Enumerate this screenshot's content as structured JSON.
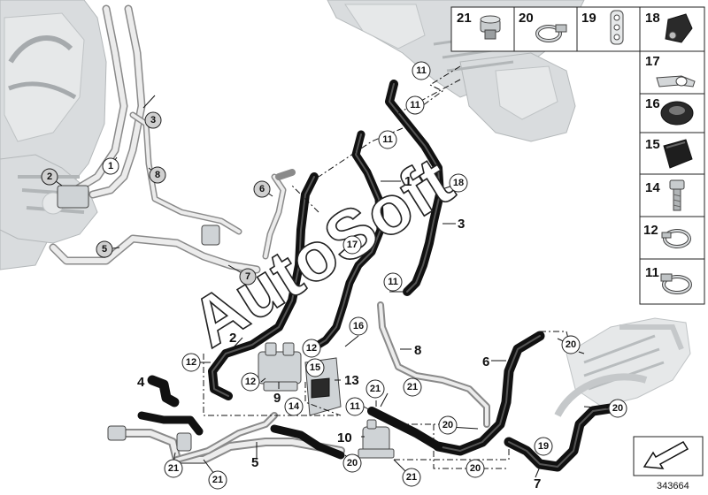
{
  "diagram": {
    "watermark": "AutoSoft",
    "reference_number": "343664",
    "callouts_plain": [
      {
        "id": "c1",
        "label": "1"
      },
      {
        "id": "c2",
        "label": "2"
      },
      {
        "id": "c3",
        "label": "3"
      },
      {
        "id": "c4",
        "label": "4"
      },
      {
        "id": "c5",
        "label": "5"
      },
      {
        "id": "c6",
        "label": "6"
      },
      {
        "id": "c7",
        "label": "7"
      },
      {
        "id": "c8",
        "label": "8"
      },
      {
        "id": "c9",
        "label": "9"
      },
      {
        "id": "c10",
        "label": "10"
      },
      {
        "id": "c13",
        "label": "13"
      }
    ],
    "callouts_circled": [
      {
        "id": "k1",
        "label": "1"
      },
      {
        "id": "k2",
        "label": "2"
      },
      {
        "id": "k3",
        "label": "3"
      },
      {
        "id": "k5",
        "label": "5"
      },
      {
        "id": "k6",
        "label": "6"
      },
      {
        "id": "k7",
        "label": "7"
      },
      {
        "id": "k8",
        "label": "8"
      },
      {
        "id": "k11a",
        "label": "11"
      },
      {
        "id": "k11b",
        "label": "11"
      },
      {
        "id": "k11c",
        "label": "11"
      },
      {
        "id": "k11d",
        "label": "11"
      },
      {
        "id": "k11e",
        "label": "11"
      },
      {
        "id": "k12a",
        "label": "12"
      },
      {
        "id": "k12b",
        "label": "12"
      },
      {
        "id": "k12c",
        "label": "12"
      },
      {
        "id": "k14",
        "label": "14"
      },
      {
        "id": "k15",
        "label": "15"
      },
      {
        "id": "k16",
        "label": "16"
      },
      {
        "id": "k17",
        "label": "17"
      },
      {
        "id": "k18",
        "label": "18"
      },
      {
        "id": "k19",
        "label": "19"
      },
      {
        "id": "k20a",
        "label": "20"
      },
      {
        "id": "k20b",
        "label": "20"
      },
      {
        "id": "k20c",
        "label": "20"
      },
      {
        "id": "k20d",
        "label": "20"
      },
      {
        "id": "k20e",
        "label": "20"
      },
      {
        "id": "k21a",
        "label": "21"
      },
      {
        "id": "k21b",
        "label": "21"
      },
      {
        "id": "k21c",
        "label": "21"
      },
      {
        "id": "k21d",
        "label": "21"
      },
      {
        "id": "k21e",
        "label": "21"
      }
    ],
    "legend": [
      {
        "id": "l21",
        "label": "21",
        "icon": "nut-icon"
      },
      {
        "id": "l20",
        "label": "20",
        "icon": "hose-clamp-icon"
      },
      {
        "id": "l19",
        "label": "19",
        "icon": "hose-holder-icon"
      },
      {
        "id": "l18",
        "label": "18",
        "icon": "plug-icon"
      },
      {
        "id": "l17",
        "label": "17",
        "icon": "bracket-icon"
      },
      {
        "id": "l16",
        "label": "16",
        "icon": "grommet-icon"
      },
      {
        "id": "l15",
        "label": "15",
        "icon": "cap-icon"
      },
      {
        "id": "l14",
        "label": "14",
        "icon": "bolt-icon"
      },
      {
        "id": "l12",
        "label": "12",
        "icon": "spring-clamp-icon"
      },
      {
        "id": "l11",
        "label": "11",
        "icon": "ear-clamp-icon"
      }
    ]
  }
}
